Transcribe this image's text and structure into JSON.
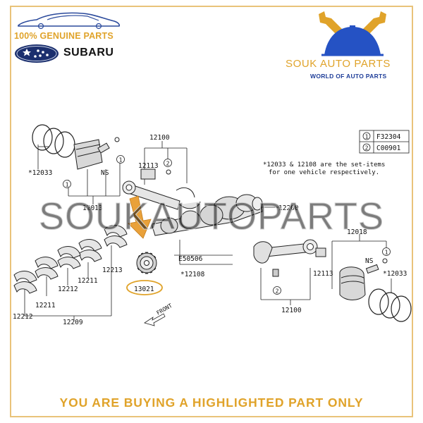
{
  "header": {
    "genuine_text": "100% GENUINE PARTS",
    "brand_text": "SUBARU",
    "store_name": "SOUK AUTO PARTS",
    "store_tagline": "WORLD OF AUTO PARTS"
  },
  "diagram": {
    "watermark": "SOUKAUTOPARTS",
    "legend": [
      {
        "num": "1",
        "code": "F32304"
      },
      {
        "num": "2",
        "code": "C00901"
      }
    ],
    "note_line1": "*12033 & 12108 are the set-items",
    "note_line2": "for one vehicle respectively.",
    "labels": {
      "p12033_left": "*12033",
      "p12033_right": "*12033",
      "ns_left": "NS",
      "ns_right": "NS",
      "p12013": "12013",
      "p12100_top": "12100",
      "p12100_bottom": "12100",
      "p12113_left": "12113",
      "p12113_right": "12113",
      "p12200": "12200",
      "p12018": "12018",
      "e50506": "E50506",
      "p12108": "*12108",
      "p12213": "12213",
      "p12212_a": "12212",
      "p12212_b": "12212",
      "p12211_a": "12211",
      "p12211_b": "12211",
      "p12209": "12209",
      "highlighted": "13021",
      "front": "FRONT",
      "c1a": "1",
      "c1b": "1",
      "c1c": "1",
      "c2a": "2",
      "c2b": "2"
    }
  },
  "footer": {
    "notice": "YOU ARE BUYING A HIGHLIGHTED PART ONLY"
  },
  "colors": {
    "accent": "#e0a32a",
    "brand_blue": "#1f3e99",
    "arrow": "#e9a13a",
    "border": "#e9c37a"
  }
}
